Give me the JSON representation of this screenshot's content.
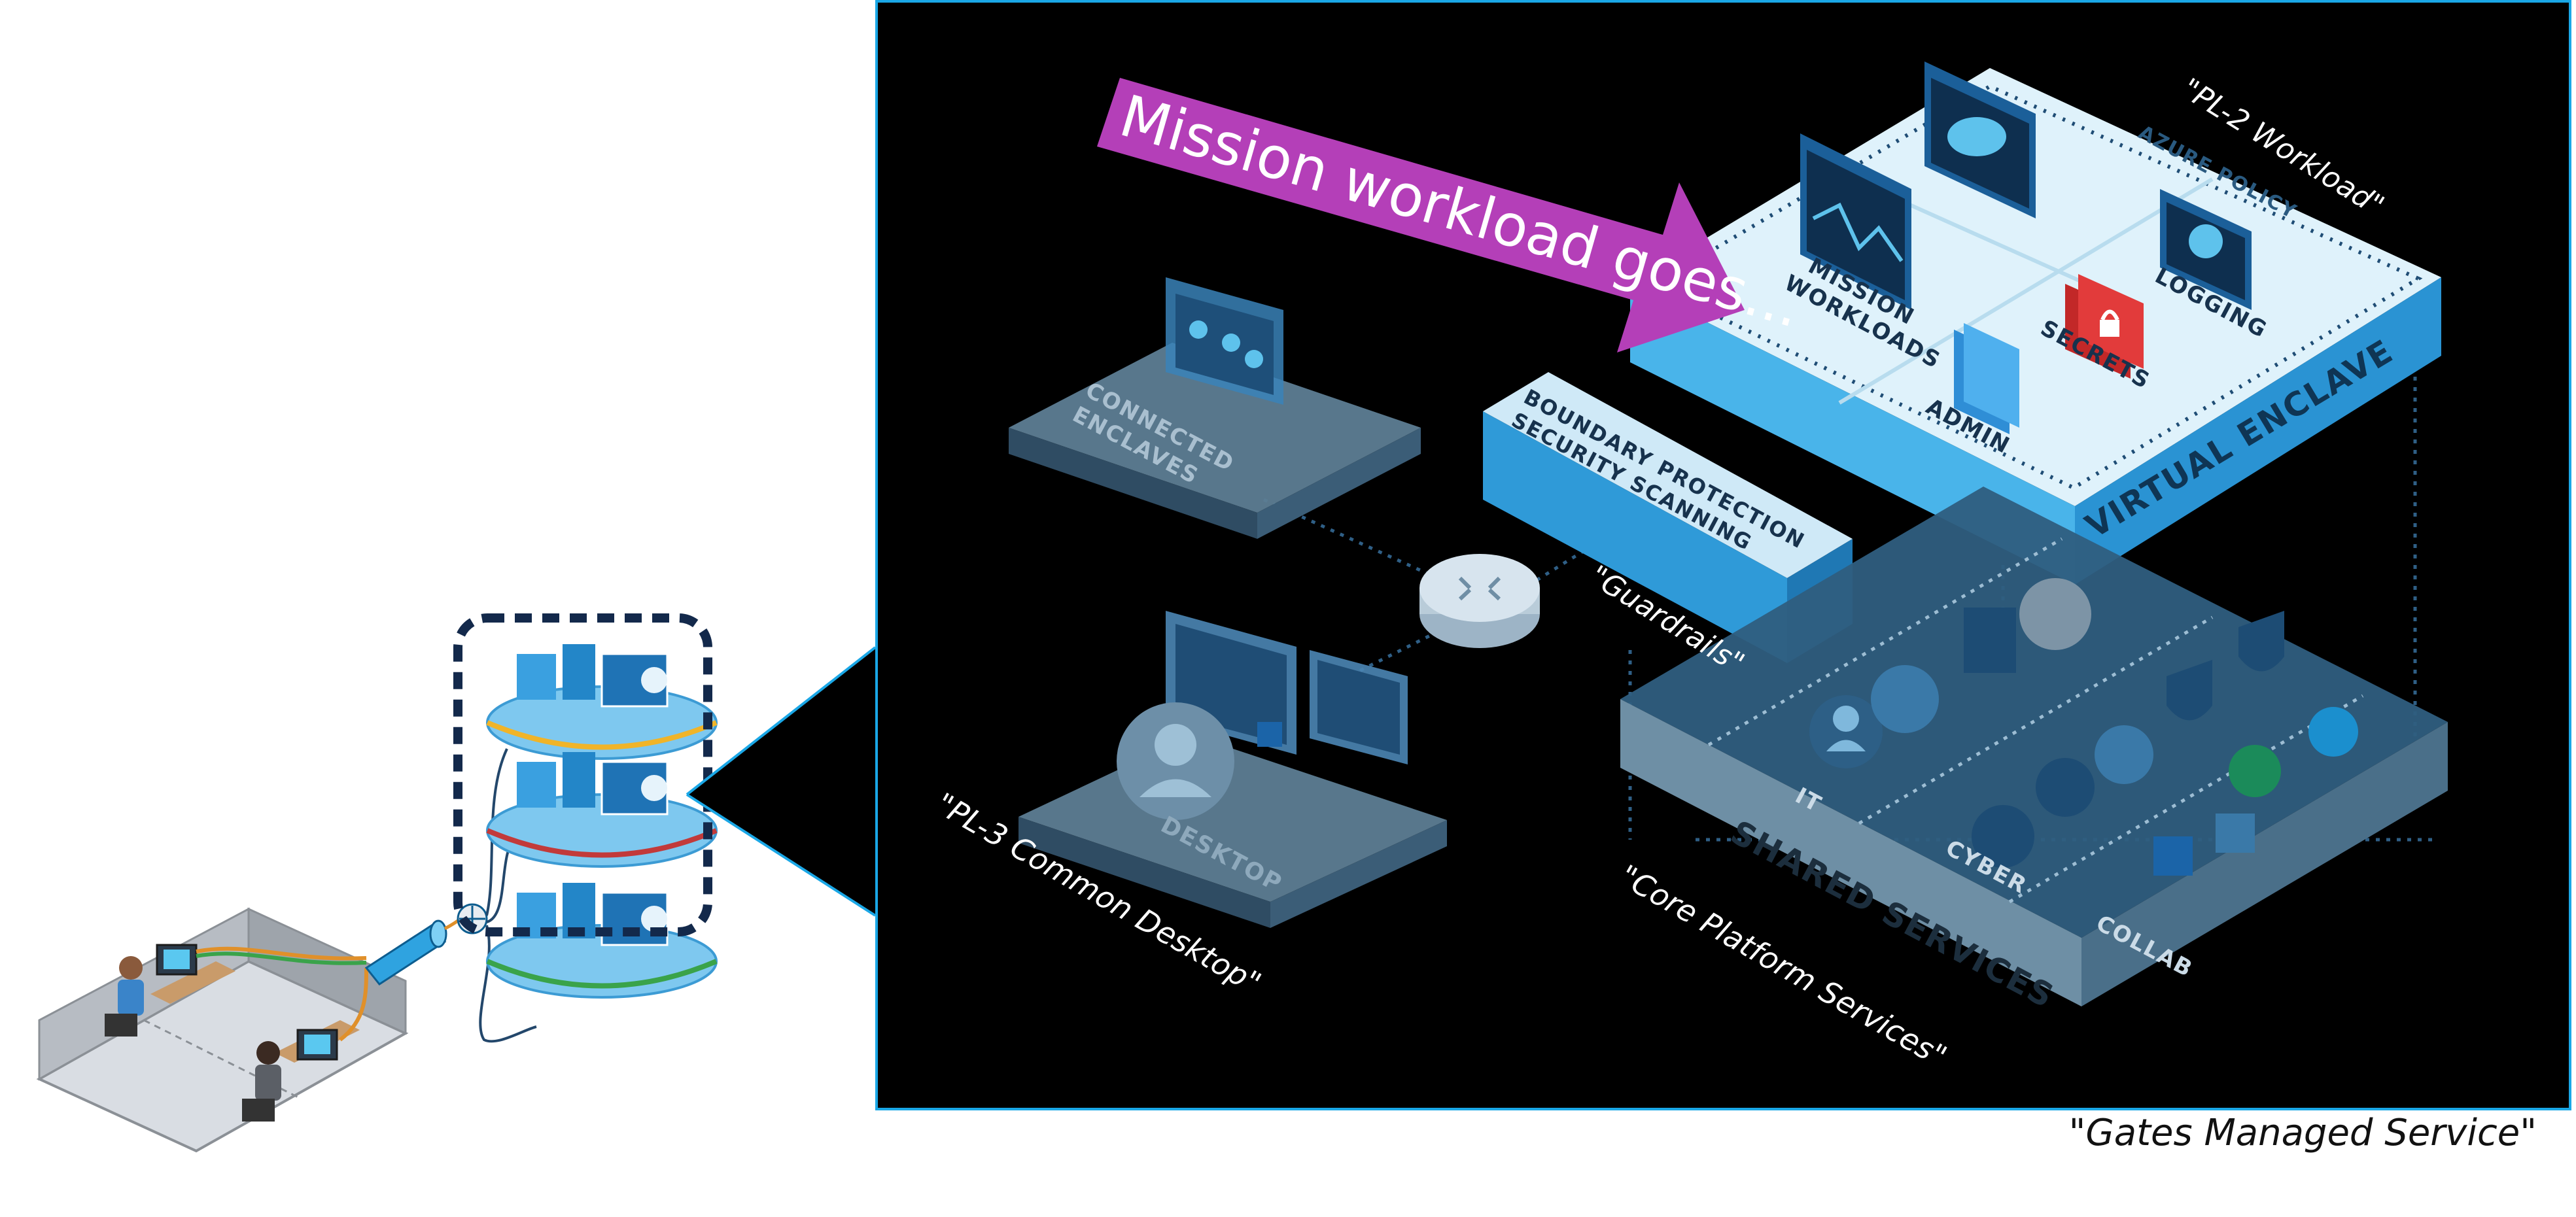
{
  "callout": {
    "text": "Mission workload goes...",
    "color": "#b43fb8"
  },
  "quotes": {
    "pl2": "\"PL-2 Workload\"",
    "pl3": "\"PL-3 Common Desktop\"",
    "guardrails": "\"Guardrails\"",
    "core": "\"Core Platform Services\"",
    "gates": "\"Gates Managed Service\""
  },
  "enclave": {
    "virtual": "VIRTUAL ENCLAVE",
    "azure_policy": "AZURE POLICY",
    "mission_line1": "MISSION",
    "mission_line2": "WORKLOADS",
    "logging": "LOGGING",
    "secrets": "SECRETS",
    "admin": "ADMIN"
  },
  "boundary": {
    "line1": "BOUNDARY PROTECTION",
    "line2": "SECURITY SCANNING"
  },
  "connected": {
    "line1": "CONNECTED",
    "line2": "ENCLAVES"
  },
  "desktop": {
    "label": "DESKTOP"
  },
  "shared": {
    "label": "SHARED SERVICES",
    "it": "IT",
    "cyber": "CYBER",
    "collab": "COLLAB"
  },
  "colors": {
    "accent": "#1aa7e6",
    "panel_bg": "#000000",
    "callout": "#b43fb8"
  }
}
